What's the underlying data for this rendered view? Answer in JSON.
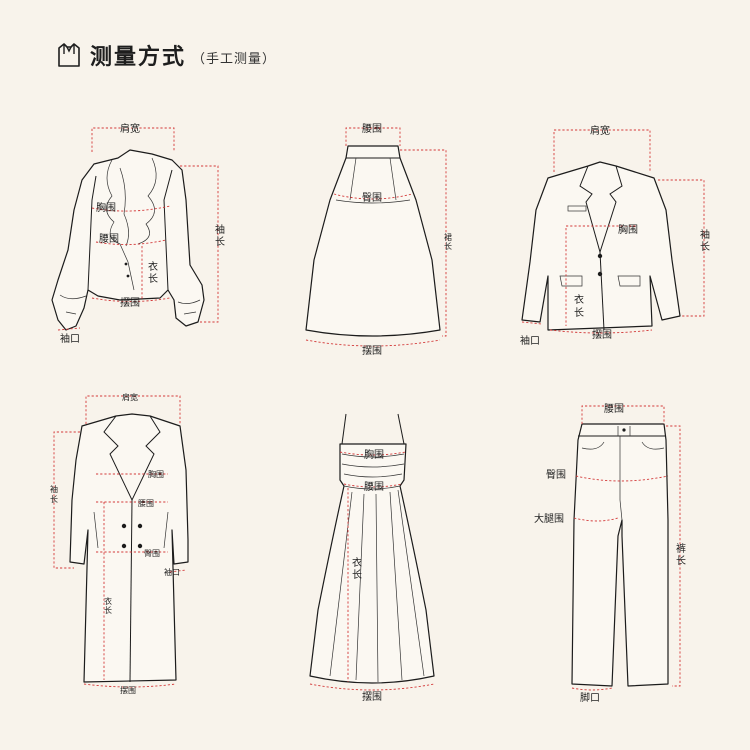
{
  "header": {
    "title": "测量方式",
    "subtitle": "（手工测量）",
    "icon": "shirt-icon"
  },
  "accent_color": "#d33a3a",
  "blouse": {
    "shoulder": "肩宽",
    "chest": "胸围",
    "waist": "腰围",
    "sleeve_a": "长",
    "sleeve_b": "袖",
    "length_a": "衣",
    "length_b": "长",
    "hem": "摆围",
    "cuff": "袖口"
  },
  "skirt": {
    "waist": "腰围",
    "hip": "臀围",
    "length_a": "长",
    "length_b": "裙",
    "hem": "摆围"
  },
  "blazer": {
    "shoulder": "肩宽",
    "chest": "胸围",
    "sleeve_a": "长",
    "sleeve_b": "袖",
    "length_a": "衣",
    "length_b": "长",
    "hem": "摆围",
    "cuff": "袖口"
  },
  "coat": {
    "shoulder": "肩宽",
    "chest": "胸围",
    "waist": "腰围",
    "hip": "臀围",
    "sleeve_a": "袖",
    "sleeve_b": "长",
    "length_a": "衣",
    "length_b": "长",
    "cuff": "袖口",
    "hem": "摆围"
  },
  "dress": {
    "chest": "胸围",
    "waist": "腰围",
    "length_a": "衣",
    "length_b": "长",
    "hem": "摆围"
  },
  "pants": {
    "waist": "腰围",
    "hip": "臀围",
    "thigh": "大腿围",
    "length_a": "裤",
    "length_b": "长",
    "leg_opening": "脚口"
  }
}
